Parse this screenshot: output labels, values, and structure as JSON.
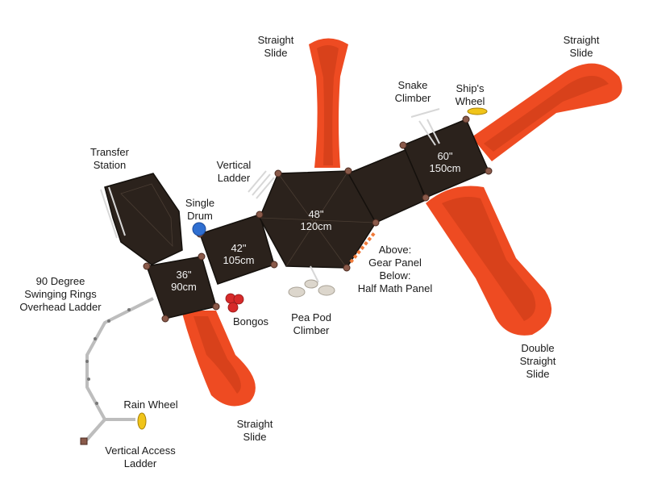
{
  "colors": {
    "slide": "#ee4b22",
    "slide_shade": "#c73a15",
    "deck": "#2b221c",
    "deck_edge": "#14100c",
    "post": "#8a5a4a",
    "metal": "#d7d7d7",
    "drum": "#2f6fd1",
    "bongo": "#d62a2a",
    "wheel": "#f0c419",
    "pea_pod": "#dcd6cc"
  },
  "labels": {
    "straight_slide_top": "Straight\nSlide",
    "straight_slide_right": "Straight\nSlide",
    "snake_climber": "Snake\nClimber",
    "ships_wheel": "Ship's\nWheel",
    "transfer_station": "Transfer\nStation",
    "vertical_ladder": "Vertical\nLadder",
    "single_drum": "Single\nDrum",
    "rings_ladder": "90 Degree\nSwinging Rings\nOverhead Ladder",
    "gear_panel": "Above:\nGear Panel\nBelow:\nHalf Math Panel",
    "pea_pod_climber": "Pea Pod\nClimber",
    "bongos": "Bongos",
    "double_straight_slide": "Double\nStraight\nSlide",
    "rain_wheel": "Rain Wheel",
    "straight_slide_bottom": "Straight\nSlide",
    "vertical_access_ladder": "Vertical Access\nLadder"
  },
  "decks": {
    "deck_36": "36\"\n90cm",
    "deck_42": "42\"\n105cm",
    "deck_48": "48\"\n120cm",
    "deck_60": "60\"\n150cm"
  }
}
